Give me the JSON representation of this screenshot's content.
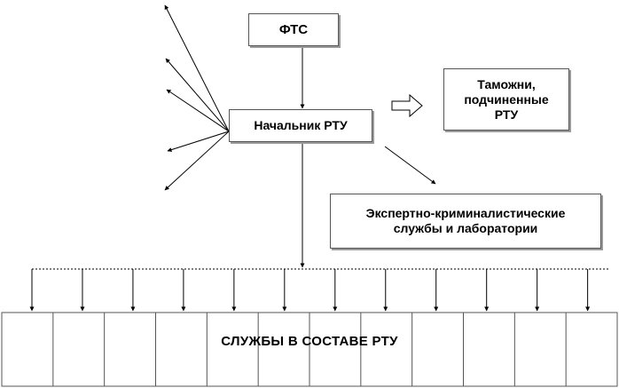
{
  "nodes": {
    "fts": "ФТС",
    "head": "Начальник РТУ",
    "customs": "Таможни,\nподчиненные\nРТУ",
    "expert": "Экспертно-криминалистические\nслужбы и лаборатории"
  },
  "services": {
    "label": "СЛУЖБЫ В СОСТАВЕ РТУ",
    "cell_count": 12
  },
  "colors": {
    "line": "#000000",
    "border": "#555555",
    "shadow": "#9a9a9a"
  }
}
